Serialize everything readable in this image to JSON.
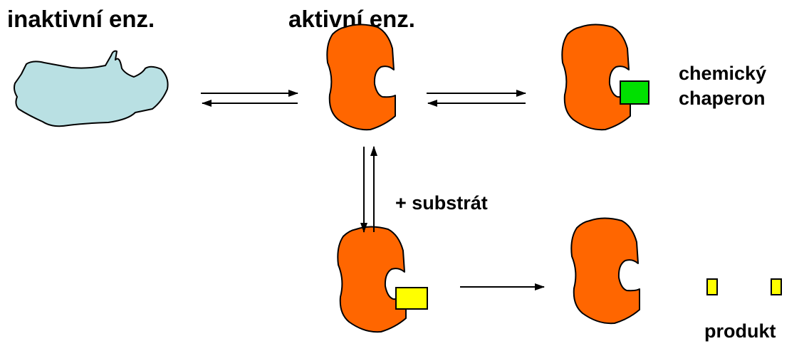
{
  "labels": {
    "inactive_enzyme": "inaktivní enz.",
    "active_enzyme": "aktivní enz.",
    "chaperone_line1": "chemický",
    "chaperone_line2": "chaperon",
    "substrate": "+ substrát",
    "product": "produkt"
  },
  "colors": {
    "active_enzyme": "#ff6600",
    "inactive_enzyme": "#b9e0e3",
    "chemical_chaperone": "#00e000",
    "substrate": "#ffff00",
    "product": "#ffff00",
    "outline": "#000000"
  }
}
